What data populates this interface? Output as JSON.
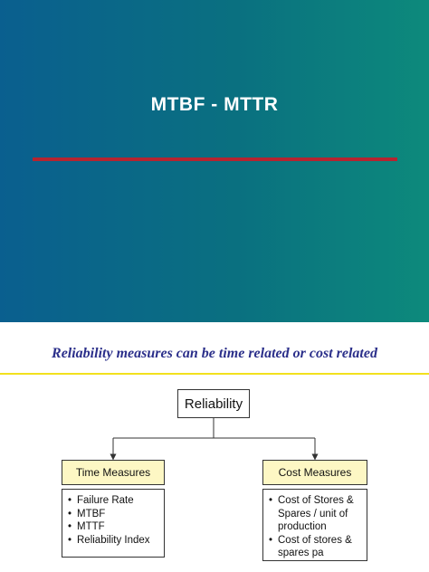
{
  "slide1": {
    "title": "MTBF - MTTR"
  },
  "slide2": {
    "subtitle": "Reliability measures can be time related or cost related",
    "root": "Reliability",
    "time_measures": {
      "heading": "Time Measures",
      "items": [
        "Failure Rate",
        "MTBF",
        "MTTF",
        "Reliability Index"
      ]
    },
    "cost_measures": {
      "heading": "Cost Measures",
      "items": [
        "Cost of Stores & Spares / unit of production",
        "Cost of stores & spares pa"
      ]
    }
  },
  "colors": {
    "title_bg_left": "#0a5f8f",
    "title_bg_right": "#0d8a7c",
    "title_rule": "#b52430",
    "subtitle_text": "#2b2f8a",
    "divider": "#f2e11d",
    "heading_box": "#fdf7c4"
  }
}
